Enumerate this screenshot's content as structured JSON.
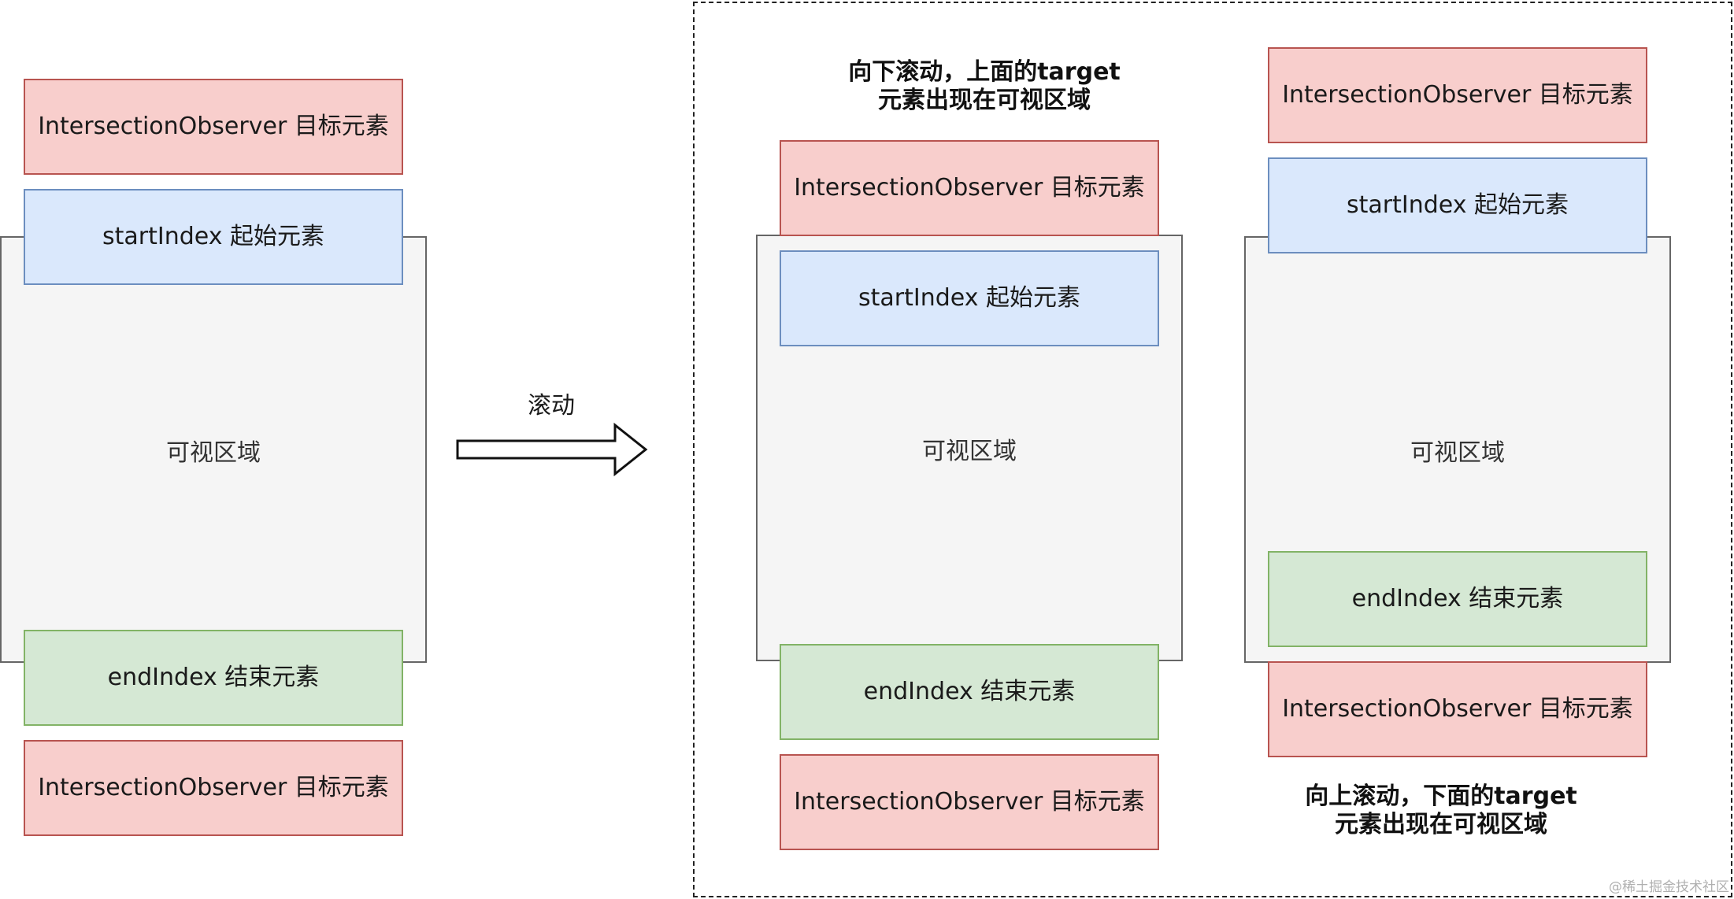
{
  "left_panel": {
    "top_target": "IntersectionObserver 目标元素",
    "start": "startIndex 起始元素",
    "viewport": "可视区域",
    "end": "endIndex 结束元素",
    "bottom_target": "IntersectionObserver 目标元素"
  },
  "arrow": {
    "label": "滚动"
  },
  "scroll_down_panel": {
    "caption_line1": "向下滚动，上面的target",
    "caption_line2": "元素出现在可视区域",
    "top_target": "IntersectionObserver 目标元素",
    "start": "startIndex 起始元素",
    "viewport": "可视区域",
    "end": "endIndex 结束元素",
    "bottom_target": "IntersectionObserver 目标元素"
  },
  "scroll_up_panel": {
    "top_target": "IntersectionObserver 目标元素",
    "start": "startIndex 起始元素",
    "viewport": "可视区域",
    "end": "endIndex 结束元素",
    "bottom_target": "IntersectionObserver 目标元素",
    "caption_line1": "向上滚动，下面的target",
    "caption_line2": "元素出现在可视区域"
  },
  "watermark": "@稀土掘金技术社区",
  "colors": {
    "target_fill": "#f8cecc",
    "target_stroke": "#b85450",
    "start_fill": "#dae8fc",
    "start_stroke": "#6c8ebf",
    "end_fill": "#d5e8d4",
    "end_stroke": "#82b366",
    "viewport_fill": "#f5f5f5",
    "viewport_stroke": "#666666"
  }
}
